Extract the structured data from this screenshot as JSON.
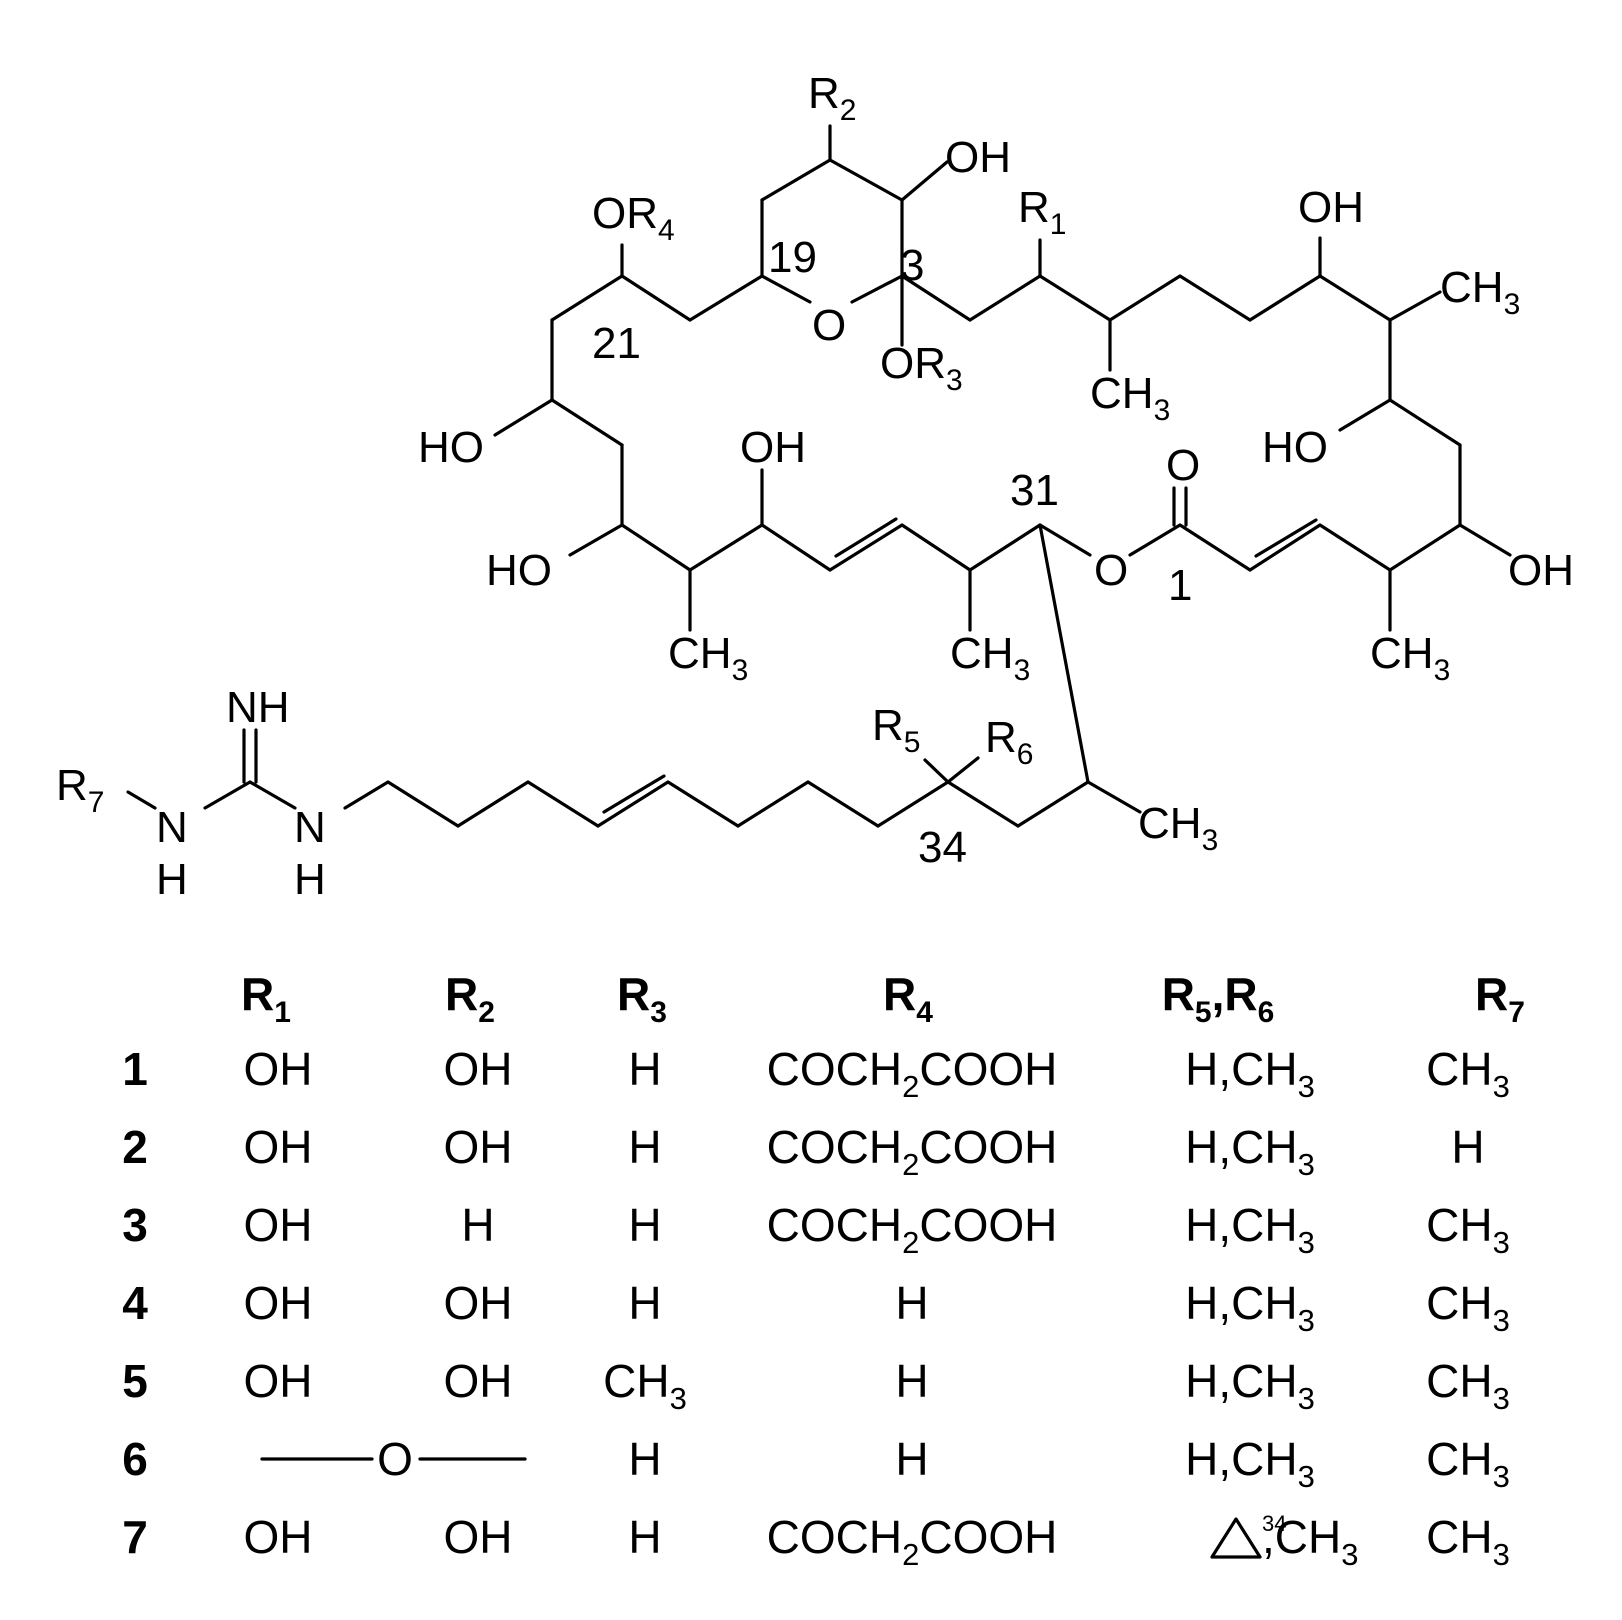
{
  "structure": {
    "atoms": {
      "r2": "R2",
      "oh_top": "OH",
      "or4": "OR4",
      "r1": "R1",
      "oh_right_top": "OH",
      "ch3_right_top": "CH3",
      "pos19": "19",
      "pos3": "3",
      "pos21": "21",
      "ring_o": "O",
      "or3": "OR3",
      "ch3_mid": "CH3",
      "ho_left1": "HO",
      "ho_left2": "HO",
      "oh_mid": "OH",
      "pos31": "31",
      "carbonyl_o": "O",
      "ester_o": "O",
      "pos1": "1",
      "ho_right": "HO",
      "oh_right": "OH",
      "ch3_low1": "CH3",
      "ch3_low2": "CH3",
      "ch3_low3": "CH3",
      "nh_imine": "NH",
      "r7": "R7",
      "nh_left_n": "N",
      "nh_left_h": "H",
      "nh_right_n": "N",
      "nh_right_h": "H",
      "r5": "R5",
      "r6": "R6",
      "ch3_tail": "CH3",
      "pos34": "34"
    }
  },
  "table": {
    "headers": [
      "",
      "R1",
      "R2",
      "R3",
      "R4",
      "R5,R6",
      "R7"
    ],
    "rows": [
      {
        "id": "1",
        "r1": "OH",
        "r2": "OH",
        "r3": "H",
        "r4": "COCH2COOH",
        "r56": "H,CH3",
        "r7": "CH3"
      },
      {
        "id": "2",
        "r1": "OH",
        "r2": "OH",
        "r3": "H",
        "r4": "COCH2COOH",
        "r56": "H,CH3",
        "r7": "H"
      },
      {
        "id": "3",
        "r1": "OH",
        "r2": "H",
        "r3": "H",
        "r4": "COCH2COOH",
        "r56": "H,CH3",
        "r7": "CH3"
      },
      {
        "id": "4",
        "r1": "OH",
        "r2": "OH",
        "r3": "H",
        "r4": "H",
        "r56": "H,CH3",
        "r7": "CH3"
      },
      {
        "id": "5",
        "r1": "OH",
        "r2": "OH",
        "r3": "CH3",
        "r4": "H",
        "r56": "H,CH3",
        "r7": "CH3"
      },
      {
        "id": "6",
        "r1r2_bridge": "O",
        "r3": "H",
        "r4": "H",
        "r56": "H,CH3",
        "r7": "CH3"
      },
      {
        "id": "7",
        "r1": "OH",
        "r2": "OH",
        "r3": "H",
        "r4": "COCH2COOH",
        "r56_delta_superscript": "34",
        "r56": ",CH3",
        "r7": "CH3"
      }
    ]
  }
}
